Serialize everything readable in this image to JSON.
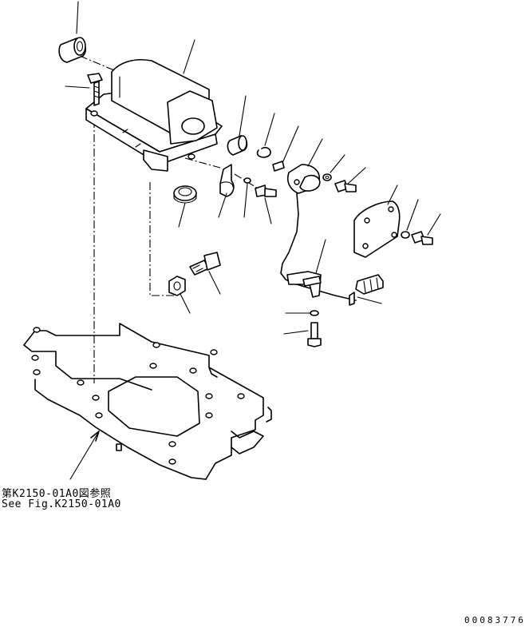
{
  "reference_note": {
    "japanese": "第K2150-01A0図参照",
    "english": "See Fig.K2150-01A0"
  },
  "drawing_number": "00083776",
  "colors": {
    "line": "#000000",
    "background": "#ffffff"
  }
}
